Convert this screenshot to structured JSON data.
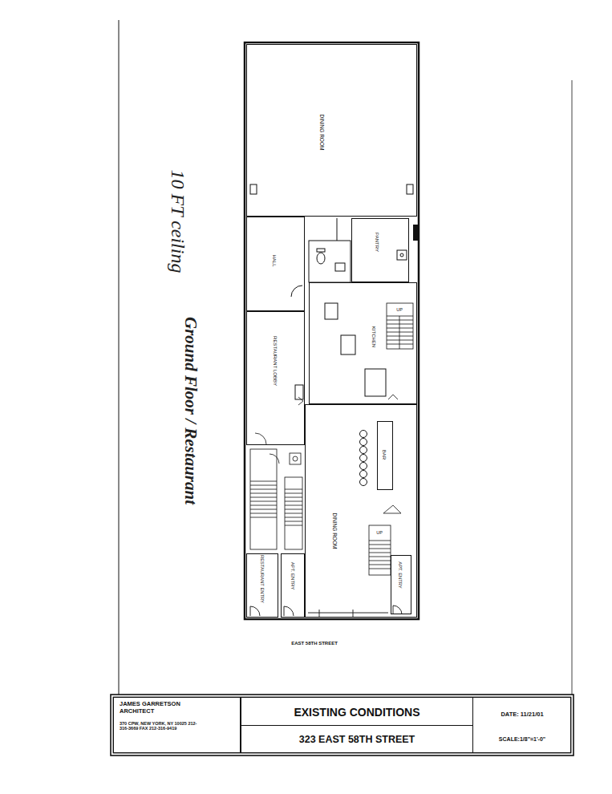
{
  "diagram": {
    "nodes": [
      {
        "text": [
          "DINING ROOM"
        ]
      },
      {
        "text": [
          "HALL"
        ]
      },
      {
        "text": [
          "PANTRY"
        ]
      },
      {
        "text": [
          "KITCHEN"
        ]
      },
      {
        "text": [
          "RESTAURANT LOBBY"
        ]
      },
      {
        "text": [
          "DINING ROOM"
        ]
      },
      {
        "text": [
          "BAR"
        ],
        "in": 5
      },
      {
        "text": [
          "RESTAURANT ENTRY"
        ]
      },
      {
        "text": [
          "APT. ENTRY"
        ]
      },
      {
        "text": [
          "APT. ENTRY"
        ],
        "in": 5
      },
      {
        "text": [
          "JAMES GARRETSON ARCHITECT",
          "370 CPW, NEW YORK, NY 10025 212-316-3669 FAX 212-316-9419"
        ]
      },
      {
        "text": [
          "EXISTING CONDITIONS"
        ]
      },
      {
        "text": [
          "323 EAST 58TH STREET"
        ]
      },
      {
        "text": [
          "DATE: 11/21/01",
          "SCALE:1/8\"=1'-0\""
        ]
      }
    ],
    "labels": [
      "10 FT ceiling",
      "Ground Floor / Restaurant",
      "UP",
      "UP",
      "EAST 58TH STREET"
    ]
  }
}
